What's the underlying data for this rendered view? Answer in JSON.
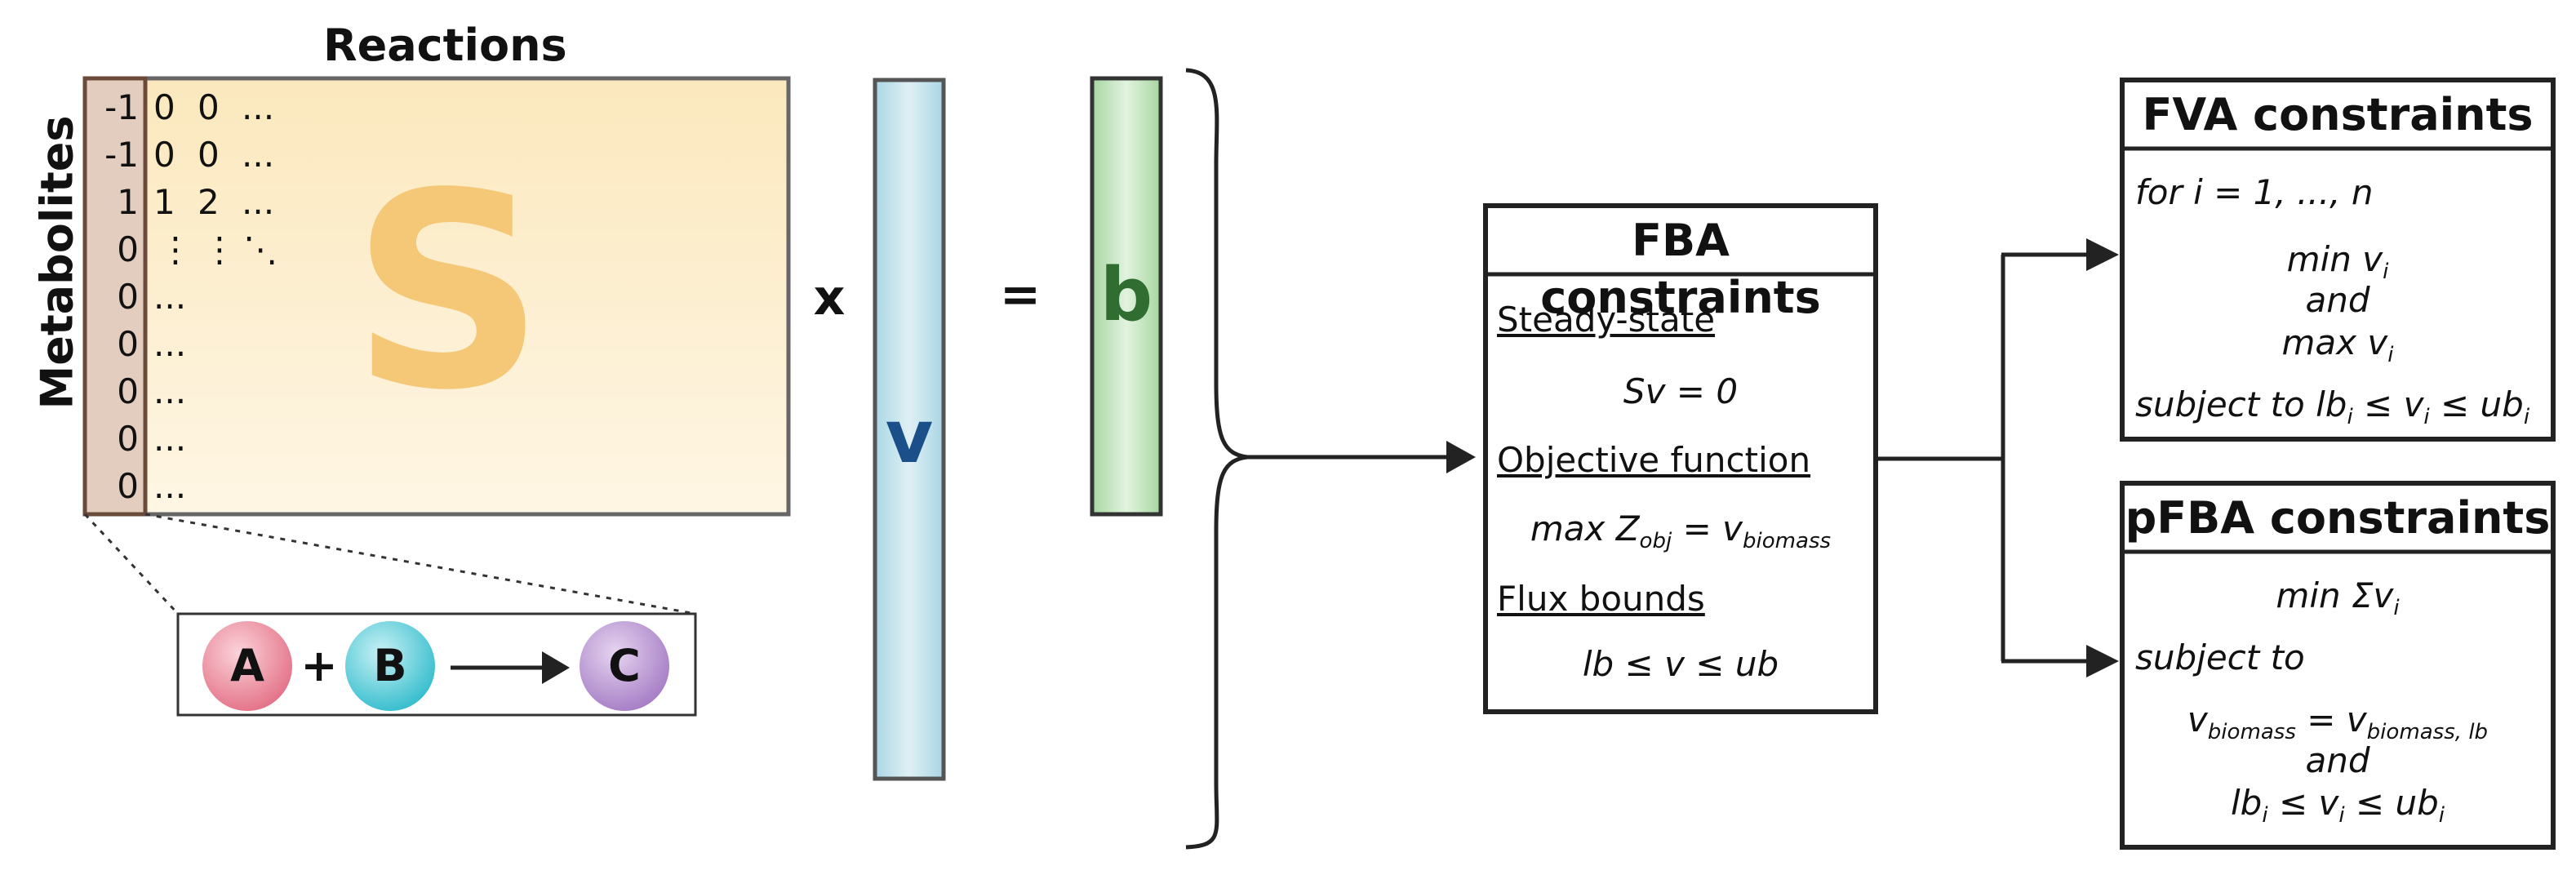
{
  "matrix": {
    "title": "Reactions",
    "row_label": "Metabolites",
    "letter": "S",
    "first_col": [
      "-1",
      "-1",
      "1",
      "0",
      "0",
      "0",
      "0",
      "0",
      "0"
    ],
    "rows": [
      [
        "0",
        "0",
        "..."
      ],
      [
        "0",
        "0",
        "..."
      ],
      [
        "1",
        "2",
        "..."
      ],
      [
        "⋮",
        "⋮",
        "⋱"
      ],
      [
        "...",
        "",
        ""
      ],
      [
        "...",
        "",
        ""
      ],
      [
        "...",
        "",
        ""
      ],
      [
        "...",
        "",
        ""
      ],
      [
        "...",
        "",
        ""
      ]
    ]
  },
  "reaction": {
    "a": "A",
    "plus": "+",
    "b": "B",
    "c": "C"
  },
  "operators": {
    "times": "x",
    "equals": "="
  },
  "vectors": {
    "v": "v",
    "b": "b"
  },
  "fba": {
    "title": "FBA constraints",
    "steady_state": "Steady-state",
    "steady_eq": "Sv = 0",
    "objective": "Objective function",
    "obj_main": "max Z",
    "obj_sub": "obj",
    "obj_eq": " = v",
    "obj_sub2": "biomass",
    "bounds": "Flux bounds",
    "bounds_eq": "lb ≤ v ≤ ub"
  },
  "fva": {
    "title": "FVA constraints",
    "loop": "for i = 1, ..., n",
    "min": "min v",
    "and": "and",
    "max": "max v",
    "i": "i",
    "subject_pre": "subject to lb",
    "le1": " ≤ v",
    "le2": " ≤ ub"
  },
  "pfba": {
    "title": "pFBA constraints",
    "min": "min Σv",
    "i": "i",
    "subject": "subject to",
    "v": "v",
    "biomass": "biomass",
    "eq": " = v",
    "biomass_lb": "biomass, lb",
    "and": "and",
    "lb": "lb",
    "le1": " ≤ v",
    "le2": " ≤ ub"
  },
  "colors": {
    "matrix_fill": "#fdf1d3",
    "first_col_fill": "#e3cfc2",
    "s_letter": "#f5c878",
    "v_fill": "#cbe6ee",
    "v_text": "#1b4f8a",
    "b_fill": "#c8e6c4",
    "b_text": "#2f6e30",
    "node_a": "#e87a8e",
    "node_b": "#4cc8d6",
    "node_c": "#b38ad0"
  }
}
